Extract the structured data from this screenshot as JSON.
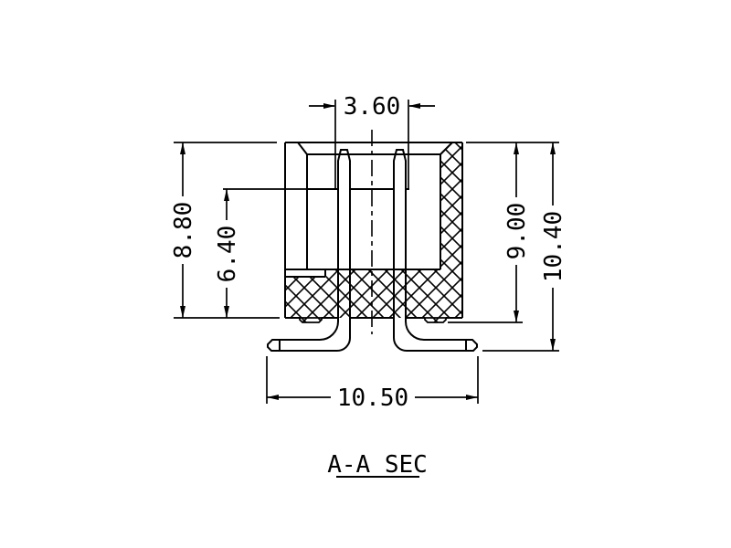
{
  "title": "A-A SEC",
  "dimensions": {
    "top_width": "3.60",
    "inner_height": "6.40",
    "body_height": "8.80",
    "body_height_with_posts": "9.00",
    "total_height": "10.40",
    "lead_span": "10.50"
  },
  "colors": {
    "line": "#000000",
    "background": "#ffffff"
  }
}
